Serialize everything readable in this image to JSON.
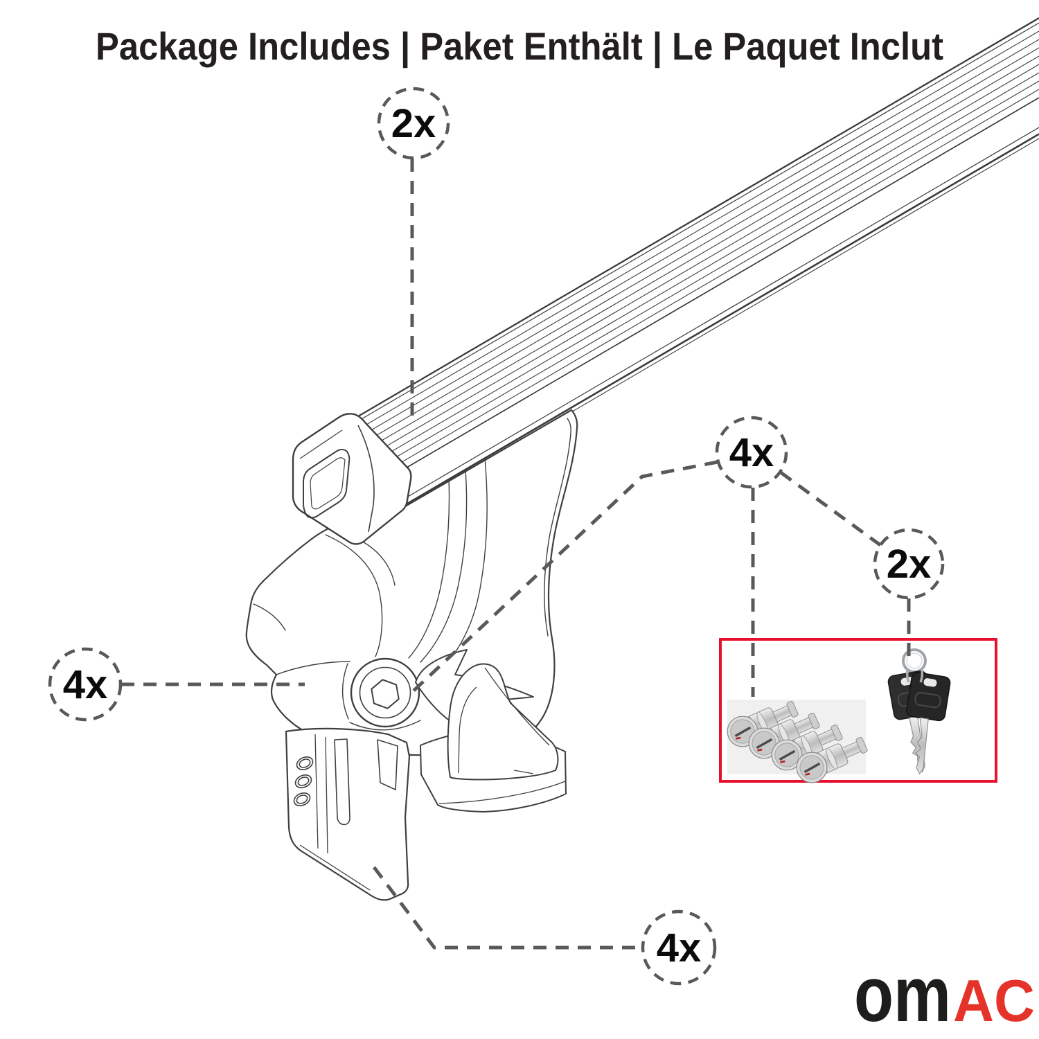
{
  "title": "Package Includes | Paket Enthält | Le Paquet Inclut",
  "callouts": {
    "crossbar": {
      "label": "2x"
    },
    "foot": {
      "label": "4x"
    },
    "lock_cylinders": {
      "label": "4x"
    },
    "keys": {
      "label": "2x"
    },
    "clamp": {
      "label": "4x"
    }
  },
  "logo": {
    "black": "om",
    "red": "AC"
  },
  "colors": {
    "accent_red": "#e8112d",
    "leader_gray": "#58595b",
    "line_art": "#3f3f3f",
    "logo_black": "#1d1d1b",
    "logo_red": "#e63329"
  }
}
